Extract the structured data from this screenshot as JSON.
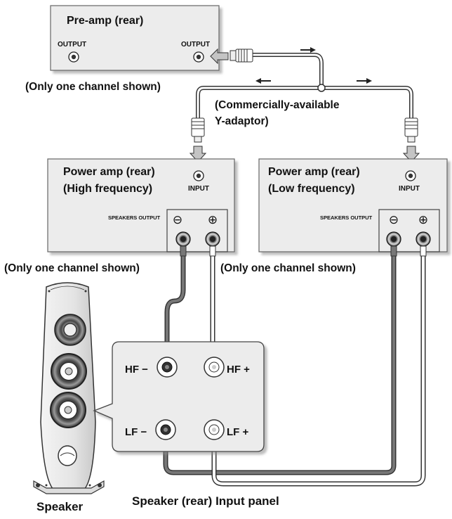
{
  "preamp": {
    "title": "Pre-amp (rear)",
    "output_left": "OUTPUT",
    "output_right": "OUTPUT"
  },
  "preamp_note": "(Only one channel shown)",
  "adaptor": {
    "line1": "(Commercially-available",
    "line2": "Y-adaptor)"
  },
  "power_amp_hf": {
    "title_line1": "Power amp (rear)",
    "title_line2": "(High frequency)",
    "input_label": "INPUT",
    "speakers_output": "SPEAKERS OUTPUT",
    "minus": "⊖",
    "plus": "⊕"
  },
  "power_amp_lf": {
    "title_line1": "Power amp (rear)",
    "title_line2": "(Low frequency)",
    "input_label": "INPUT",
    "speakers_output": "SPEAKERS OUTPUT",
    "minus": "⊖",
    "plus": "⊕"
  },
  "channel_note_left": "(Only one channel shown)",
  "channel_note_right": "(Only one channel shown)",
  "speaker_panel": {
    "hf_minus": "HF −",
    "hf_plus": "HF +",
    "lf_minus": "LF −",
    "lf_plus": "LF +"
  },
  "speaker_label": "Speaker",
  "panel_label": "Speaker (rear) Input panel",
  "colors": {
    "panel_fill": "#ececec",
    "panel_stroke": "#6e6e6e",
    "dark_cable": "#6a6a6a",
    "light_cable": "#ffffff",
    "arrow_fill": "#bdbdbd"
  }
}
